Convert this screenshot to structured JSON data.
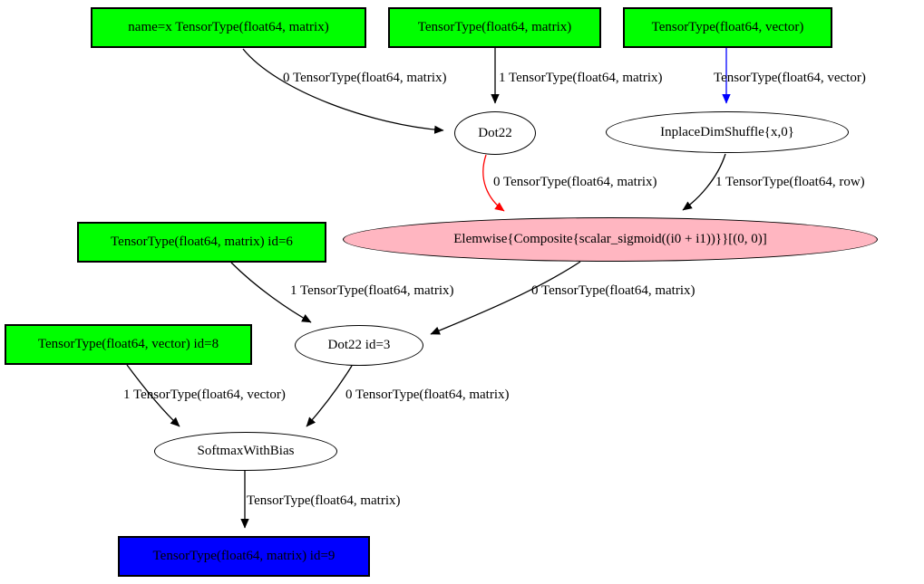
{
  "nodes": [
    {
      "label": "name=x TensorType(float64, matrix)"
    },
    {
      "label": "TensorType(float64, matrix)"
    },
    {
      "label": "TensorType(float64, vector)"
    },
    {
      "label": "Dot22"
    },
    {
      "label": "InplaceDimShuffle{x,0}"
    },
    {
      "label": "Elemwise{Composite{scalar_sigmoid((i0 + i1))}}[(0, 0)]"
    },
    {
      "label": "TensorType(float64, matrix) id=6"
    },
    {
      "label": "Dot22 id=3"
    },
    {
      "label": "TensorType(float64, vector) id=8"
    },
    {
      "label": "SoftmaxWithBias"
    },
    {
      "label": "TensorType(float64, matrix) id=9"
    }
  ],
  "edge_labels": [
    {
      "text": "0 TensorType(float64, matrix)"
    },
    {
      "text": "1 TensorType(float64, matrix)"
    },
    {
      "text": "TensorType(float64, vector)"
    },
    {
      "text": "0 TensorType(float64, matrix)"
    },
    {
      "text": "1 TensorType(float64, row)"
    },
    {
      "text": "1 TensorType(float64, matrix)"
    },
    {
      "text": "0 TensorType(float64, matrix)"
    },
    {
      "text": "1 TensorType(float64, vector)"
    },
    {
      "text": "0 TensorType(float64, matrix)"
    },
    {
      "text": "TensorType(float64, matrix)"
    }
  ],
  "colors": {
    "input_fill": "#00ff00",
    "op_fill": "#ffffff",
    "elemwise_fill": "#ffb6c1",
    "output_fill": "#0000ff",
    "edge_default": "#000000",
    "edge_red": "#ff0000",
    "edge_blue": "#0000ff"
  }
}
